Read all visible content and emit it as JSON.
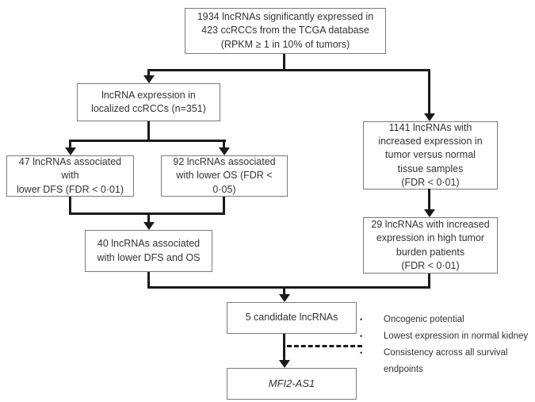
{
  "figure": {
    "background_color": "#ffffff",
    "box_border_color": "#7a7a7a",
    "connector_color": "#1a1a1a",
    "text_color": "#333333"
  },
  "nodes": {
    "initial": "1934 lncRNAs significantly expressed in\n423 ccRCCs from the TCGA database\n(RPKM ≥ 1 in 10% of tumors)",
    "localized": "lncRNA expression in\nlocalized ccRCCs (n=351)",
    "tumor_vs_normal": "1141 lncRNAs with\nincreased expression in\ntumor versus normal\ntissue samples\n(FDR < 0·01)",
    "lower_dfs": "47 lncRNAs associated with\nlower DFS (FDR < 0·01)",
    "lower_os": "92 lncRNAs associated\nwith lower OS (FDR < 0·05)",
    "lower_dfs_os": "40 lncRNAs associated\nwith lower DFS and OS",
    "high_tumor_burden": "29 lncRNAs with increased\nexpression in high tumor\nburden patients\n(FDR < 0·01)",
    "candidates": "5 candidate lncRNAs",
    "final": "MFI2-AS1"
  },
  "criteria": {
    "bullet": "•",
    "items": [
      "Oncogenic potential",
      "Lowest expression in normal kidney",
      "Consistency across all survival endpoints"
    ]
  }
}
